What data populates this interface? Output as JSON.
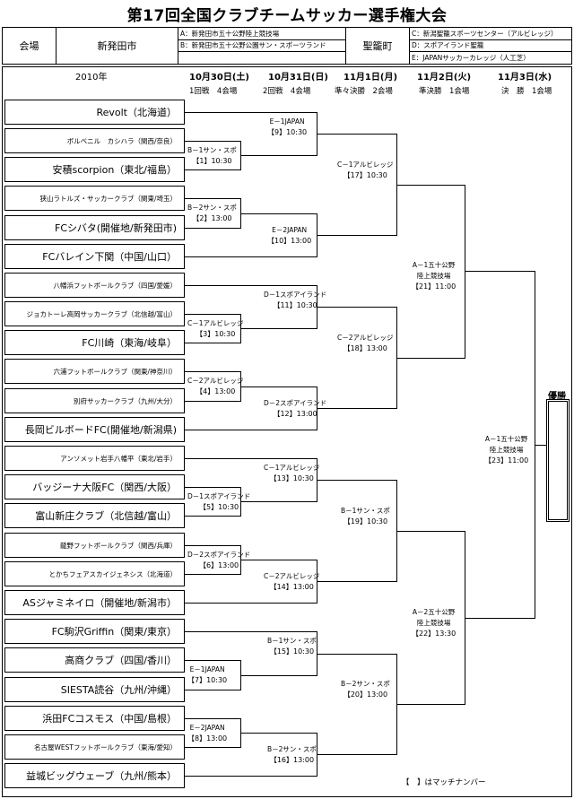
{
  "title": "第17回全国クラブチームサッカー選手権大会",
  "header": {
    "venue_label": "会場",
    "city1": "新発田市",
    "venue_a": "A：新発田市五十公野陸上競技場",
    "venue_b": "B：新発田市五十公野公園サン・スポーツランド",
    "city2": "聖籠町",
    "venue_c": "C：新潟聖籠スポーツセンター（アルビレッジ）",
    "venue_d": "D：スポアイランド聖籠",
    "venue_e": "E：JAPANサッカーカレッジ（人工芝）"
  },
  "year": "2010年",
  "days": [
    {
      "date": "10月30日(土)",
      "round": "1回戦　4会場"
    },
    {
      "date": "10月31日(日)",
      "round": "2回戦　4会場"
    },
    {
      "date": "11月1日(月)",
      "round": "準々決勝　2会場"
    },
    {
      "date": "11月2日(火)",
      "round": "準決勝　1会場"
    },
    {
      "date": "11月3日(水)",
      "round": "決　勝　1会場"
    }
  ],
  "teams": [
    "Revolt（北海道）",
    "ボルベニル　カシハラ（関西/奈良）",
    "安積scorpion（東北/福島）",
    "狭山ラトルズ・サッカークラブ（関東/埼玉）",
    "FCシバタ(開催地/新発田市)",
    "FCバレイン下関（中国/山口）",
    "八幡浜フットボールクラブ（四国/愛媛）",
    "ジョカトーレ高岡サッカークラブ（北信越/富山）",
    "FC川崎（東海/岐阜）",
    "六浦フットボールクラブ（関東/神奈川）",
    "別府サッカークラブ（九州/大分）",
    "長岡ビルボードFC(開催地/新潟県)",
    "アンソメット岩手八幡平（東北/岩手）",
    "バッジーナ大阪FC（関西/大阪）",
    "富山新庄クラブ（北信越/富山）",
    "龍野フットボールクラブ（関西/兵庫）",
    "とかちフェアスカイジェネシス（北海道）",
    "ASジャミネイロ（開催地/新潟市）",
    "FC駒沢Griffin（関東/東京）",
    "高商クラブ（四国/香川）",
    "SIESTA読谷（九州/沖縄）",
    "浜田FCコスモス（中国/島根）",
    "名古屋WESTフットボールクラブ（東海/愛知）",
    "益城ビッグウェーブ（九州/熊本）"
  ],
  "matches": {
    "m1": {
      "venue": "B－1サン・スポ",
      "num": "【1】10:30"
    },
    "m2": {
      "venue": "B－2サン・スポ",
      "num": "【2】13:00"
    },
    "m3": {
      "venue": "C－1アルビレッジ",
      "num": "【3】10:30"
    },
    "m4": {
      "venue": "C－2アルビレッジ",
      "num": "【4】13:00"
    },
    "m5": {
      "venue": "D－1スポアイランド",
      "num": "【5】10:30"
    },
    "m6": {
      "venue": "D－2スポアイランド",
      "num": "【6】13:00"
    },
    "m7": {
      "venue": "E－1JAPAN",
      "num": "【7】10:30"
    },
    "m8": {
      "venue": "E－2JAPAN",
      "num": "【8】13:00"
    },
    "m9": {
      "venue": "E－1JAPAN",
      "num": "【9】10:30"
    },
    "m10": {
      "venue": "E－2JAPAN",
      "num": "【10】13:00"
    },
    "m11": {
      "venue": "D－1スポアイランド",
      "num": "【11】10:30"
    },
    "m12": {
      "venue": "D－2スポアイランド",
      "num": "【12】13:00"
    },
    "m13": {
      "venue": "C－1アルビレッジ",
      "num": "【13】10:30"
    },
    "m14": {
      "venue": "C－2アルビレッジ",
      "num": "【14】13:00"
    },
    "m15": {
      "venue": "B－1サン・スポ",
      "num": "【15】10:30"
    },
    "m16": {
      "venue": "B－2サン・スポ",
      "num": "【16】13:00"
    },
    "m17": {
      "venue": "C－1アルビレッジ",
      "num": "【17】10:30"
    },
    "m18": {
      "venue": "C－2アルビレッジ",
      "num": "【18】13:00"
    },
    "m19": {
      "venue": "B－1サン・スポ",
      "num": "【19】10:30"
    },
    "m20": {
      "venue": "B－2サン・スポ",
      "num": "【20】13:00"
    },
    "m21": {
      "venue": "A－1五十公野",
      "venue2": "陸上競技場",
      "num": "【21】11:00"
    },
    "m22": {
      "venue": "A－2五十公野",
      "venue2": "陸上競技場",
      "num": "【22】13:30"
    },
    "m23": {
      "venue": "A－1五十公野",
      "venue2": "陸上競技場",
      "num": "【23】11:00"
    }
  },
  "champion_label": "優勝",
  "note": "【　】はマッチナンバー"
}
